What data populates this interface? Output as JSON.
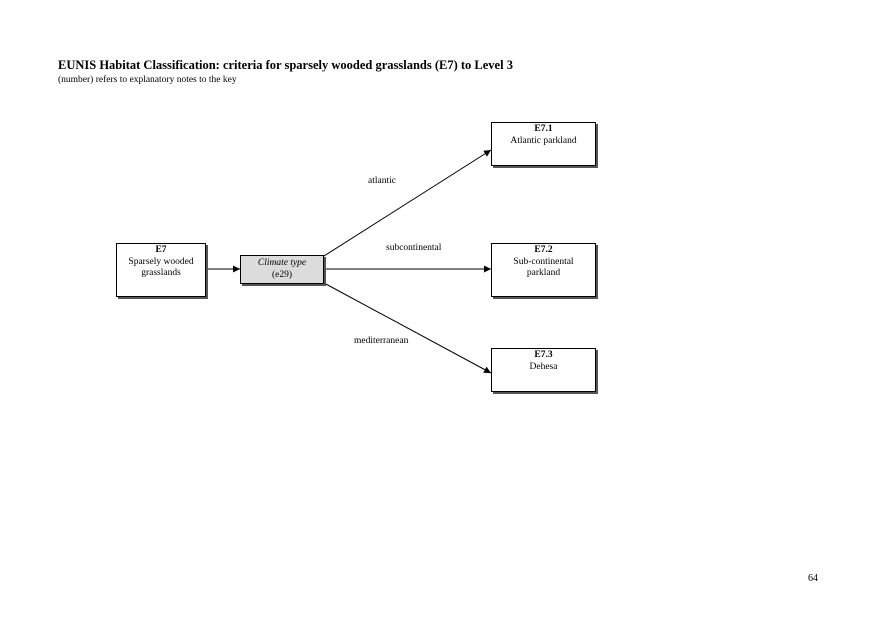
{
  "header": {
    "title": "EUNIS Habitat Classification: criteria for sparsely wooded grasslands (E7) to Level 3",
    "subtitle": "(number) refers to explanatory notes to the key"
  },
  "nodes": {
    "root": {
      "code": "E7",
      "name_line1": "Sparsely wooded",
      "name_line2": "grasslands"
    },
    "criterion": {
      "type": "Climate type",
      "note": "(e29)"
    },
    "e71": {
      "code": "E7.1",
      "name_line1": "Atlantic parkland"
    },
    "e72": {
      "code": "E7.2",
      "name_line1": "Sub-continental",
      "name_line2": "parkland"
    },
    "e73": {
      "code": "E7.3",
      "name_line1": "Dehesa"
    }
  },
  "edges": {
    "atlantic": "atlantic",
    "subcontinental": "subcontinental",
    "mediterranean": "mediterranean"
  },
  "footer": {
    "page_number": "64"
  }
}
